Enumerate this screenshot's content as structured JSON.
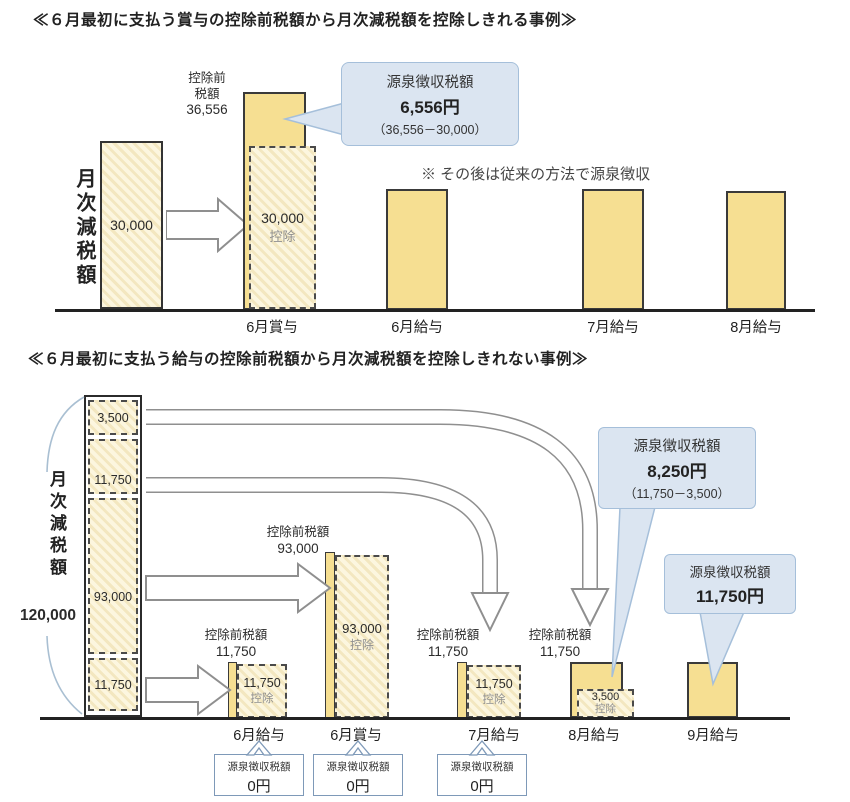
{
  "colors": {
    "bar_yellow": "#F6DF92",
    "callout_bg": "#DBE5F1",
    "callout_border": "#A5BFDA",
    "axis": "#222222"
  },
  "top": {
    "title": "≪６月最初に支払う賞与の控除前税額から月次減税額を控除しきれる事例≫",
    "y_axis_label": "月次減税額",
    "monthly_reduction_value": "30,000",
    "pretax_l1": "控除前",
    "pretax_l2": "税額",
    "pretax_value": "36,556",
    "deduction_value": "30,000",
    "deduction_word": "控除",
    "callout": {
      "title": "源泉徴収税額",
      "amount": "6,556円",
      "formula": "（36,556－30,000）"
    },
    "note": "※ その後は従来の方法で源泉徴収",
    "x_labels": [
      "6月賞与",
      "6月給与",
      "7月給与",
      "8月給与"
    ]
  },
  "bottom": {
    "title": "≪６月最初に支払う給与の控除前税額から月次減税額を控除しきれない事例≫",
    "y_axis_label": "月次減税額",
    "total_value": "120,000",
    "segments": [
      "3,500",
      "11,750",
      "93,000",
      "11,750"
    ],
    "june_salary": {
      "pretax_label": "控除前税額",
      "pretax_value": "11,750",
      "ded_value": "11,750",
      "ded_word": "控除"
    },
    "june_bonus": {
      "pretax_label": "控除前税額",
      "pretax_value": "93,000",
      "ded_value": "93,000",
      "ded_word": "控除"
    },
    "july_salary": {
      "pretax_label": "控除前税額",
      "pretax_value": "11,750",
      "ded_value": "11,750",
      "ded_word": "控除"
    },
    "aug_salary": {
      "pretax_label": "控除前税額",
      "pretax_value": "11,750",
      "ded_value": "3,500",
      "ded_word": "控除"
    },
    "callout_aug": {
      "title": "源泉徴収税額",
      "amount": "8,250円",
      "formula": "（11,750－3,500）"
    },
    "callout_sep": {
      "title": "源泉徴収税額",
      "amount": "11,750円"
    },
    "x_labels": [
      "6月給与",
      "6月賞与",
      "7月給与",
      "8月給与",
      "9月給与"
    ],
    "zero_boxes": [
      {
        "title": "源泉徴収税額",
        "amount": "0円"
      },
      {
        "title": "源泉徴収税額",
        "amount": "0円"
      },
      {
        "title": "源泉徴収税額",
        "amount": "0円"
      }
    ]
  },
  "chart_data": [
    {
      "type": "bar",
      "title": "6月最初に支払う賞与の控除前税額から月次減税額を控除しきれる事例",
      "monthly_reduction": 30000,
      "bonus_pretax_tax": 36556,
      "deducted_from_bonus": 30000,
      "withheld_tax": 6556,
      "categories": [
        "6月賞与",
        "6月給与",
        "7月給与",
        "8月給与"
      ]
    },
    {
      "type": "bar",
      "title": "6月最初に支払う給与の控除前税額から月次減税額を控除しきれない事例",
      "monthly_reduction_total": 120000,
      "reduction_segments": [
        3500,
        11750,
        93000,
        11750
      ],
      "categories": [
        "6月給与",
        "6月賞与",
        "7月給与",
        "8月給与",
        "9月給与"
      ],
      "pretax_tax": {
        "6月給与": 11750,
        "6月賞与": 93000,
        "7月給与": 11750,
        "8月給与": 11750
      },
      "deducted": {
        "6月給与": 11750,
        "6月賞与": 93000,
        "7月給与": 11750,
        "8月給与": 3500
      },
      "withheld_tax": {
        "6月給与": 0,
        "6月賞与": 0,
        "7月給与": 0,
        "8月給与": 8250,
        "9月給与": 11750
      }
    }
  ]
}
